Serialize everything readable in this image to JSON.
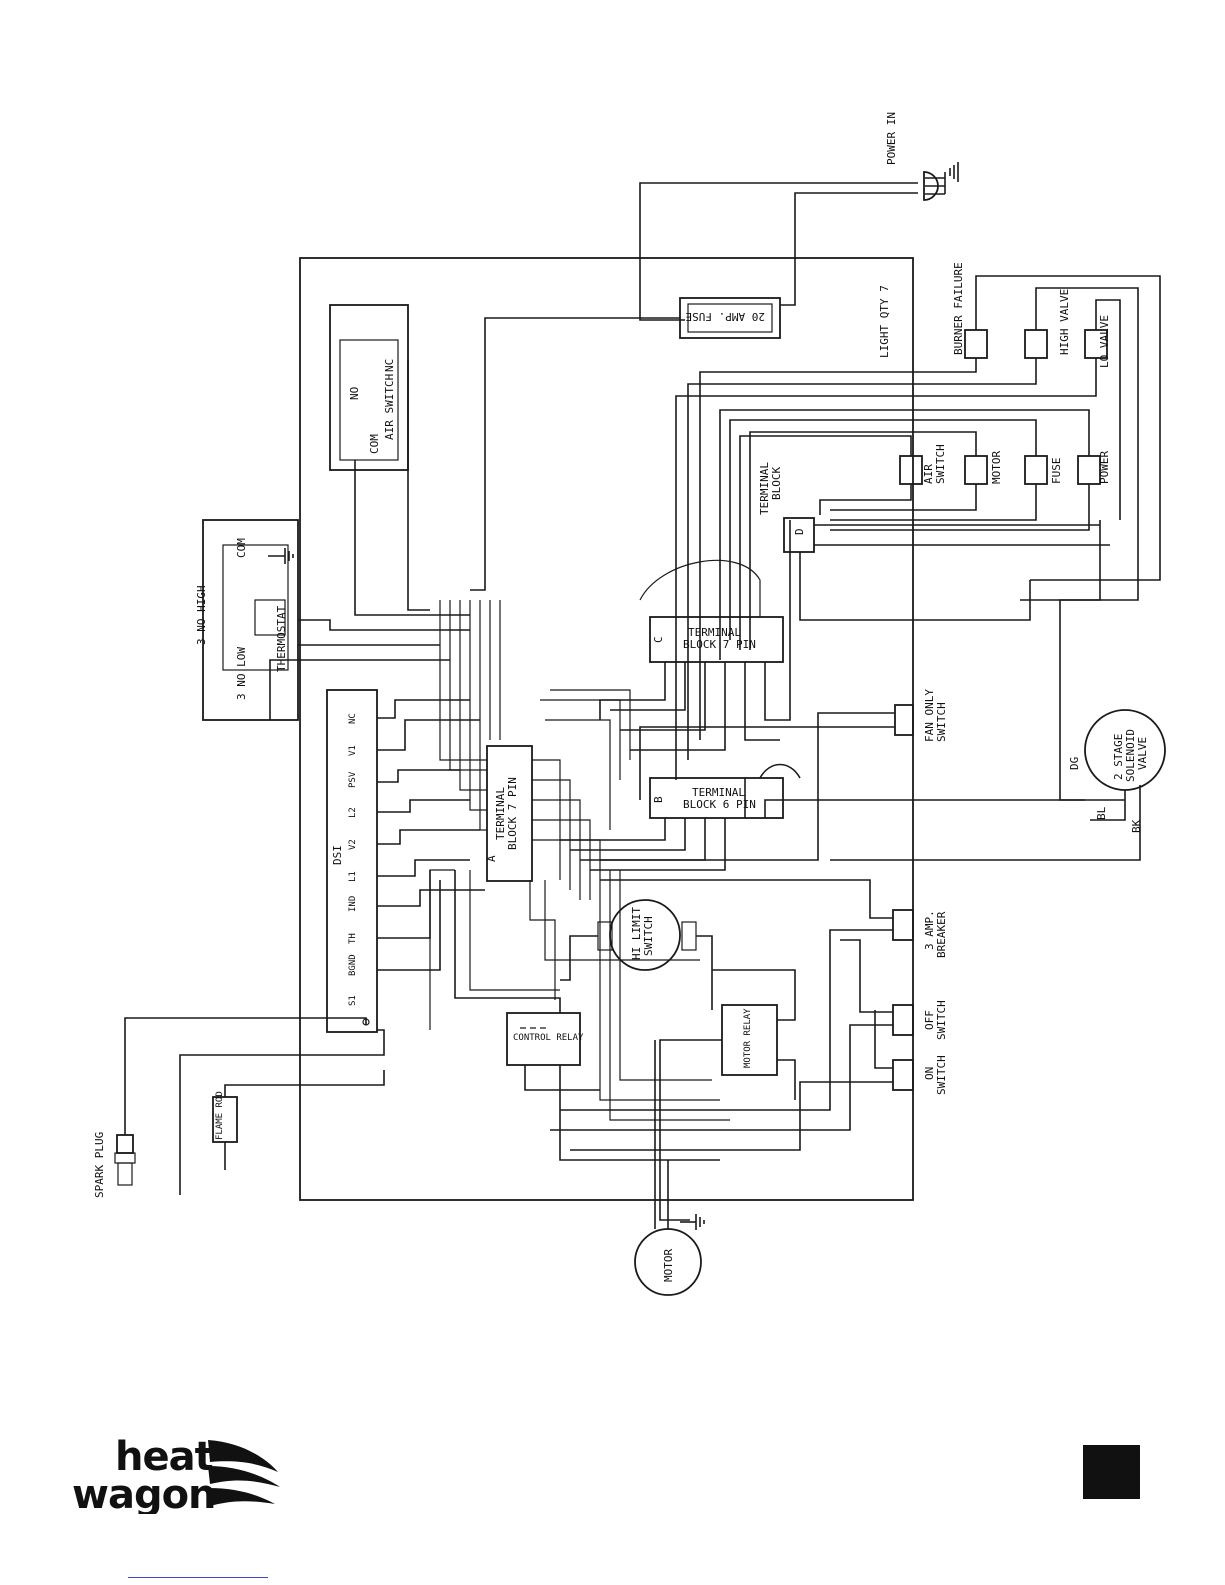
{
  "labels": {
    "power_in": "POWER IN",
    "fuse_20": "20 AMP. FUSE",
    "light_qty": "LIGHT QTY 7",
    "burner_failure": "BURNER FAILURE",
    "high_valve": "HIGH VALVE",
    "lo_valve": "LO VALVE",
    "air_switch_a": "AIR SWITCH",
    "air_switch_no": "NO",
    "air_switch_nc": "NC",
    "air_switch_com": "COM",
    "air_switch_b_l1": "AIR",
    "air_switch_b_l2": "SWITCH",
    "motor_lamp": "MOTOR",
    "fuse_lamp": "FUSE",
    "power_lamp": "POWER",
    "terminal_block_d_l1": "TERMINAL",
    "terminal_block_d_l2": "BLOCK",
    "d": "D",
    "three_no_high": "3 NO HIGH",
    "three_no_low": "3 NO LOW",
    "com": "COM",
    "thermostat": "THERMOSTAT",
    "tb7c_l1": "TERMINAL",
    "tb7c_l2": "BLOCK 7 PIN",
    "c": "C",
    "tb7a_l1": "TERMINAL",
    "tb7a_l2": "BLOCK 7 PIN",
    "a": "A",
    "tb6_l1": "TERMINAL",
    "tb6_l2": "BLOCK 6 PIN",
    "b": "B",
    "fan_only_l1": "FAN ONLY",
    "fan_only_l2": "SWITCH",
    "solenoid_l1": "2 STAGE",
    "solenoid_l2": "SOLENOID",
    "solenoid_l3": "VALVE",
    "dg": "DG",
    "bl": "BL",
    "bk": "BK",
    "dsi": "DSI",
    "dsi_pins": [
      "NC",
      "V1",
      "PSV",
      "L2",
      "V2",
      "L1",
      "IND",
      "TH",
      "BGND",
      "S1"
    ],
    "hi_limit_l1": "HI LIMIT",
    "hi_limit_l2": "SWITCH",
    "breaker_l1": "3 AMP.",
    "breaker_l2": "BREAKER",
    "off_switch_l1": "OFF",
    "off_switch_l2": "SWITCH",
    "on_switch_l1": "ON",
    "on_switch_l2": "SWITCH",
    "control_relay": "CONTROL RELAY",
    "motor_relay": "MOTOR RELAY",
    "spark_plug": "SPARK PLUG",
    "flame_rod": "FLAME ROD",
    "motor": "MOTOR"
  },
  "brand": {
    "line1": "heat",
    "line2": "wagon"
  }
}
